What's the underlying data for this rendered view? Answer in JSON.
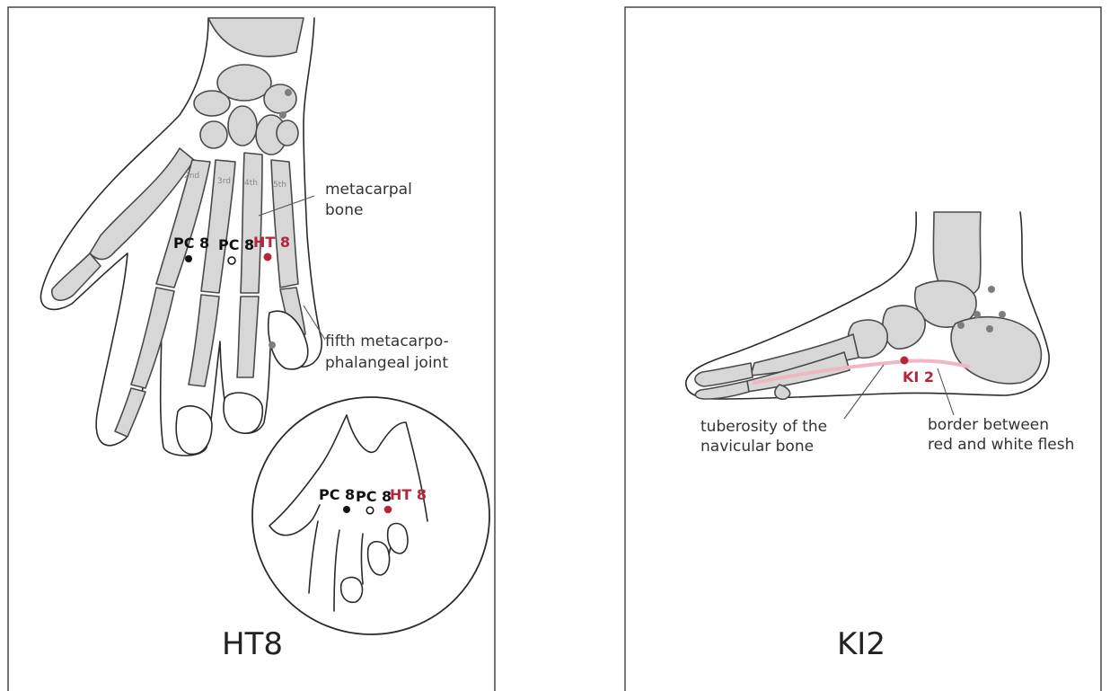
{
  "left_panel": {
    "title": "HT8",
    "finger_labels": [
      "2nd",
      "3rd",
      "4th",
      "5th"
    ],
    "labels": {
      "metacarpal_line1": "metacarpal",
      "metacarpal_line2": "bone",
      "joint_line1": "fifth metacarpo-",
      "joint_line2": "phalangeal joint"
    },
    "points": {
      "pc8_a": "PC 8",
      "pc8_b": "PC 8",
      "ht8": "HT 8"
    },
    "inset_points": {
      "pc8_a": "PC 8",
      "pc8_b": "PC 8",
      "ht8": "HT 8"
    }
  },
  "right_panel": {
    "title": "KI2",
    "labels": {
      "tuberosity_line1": "tuberosity of the",
      "tuberosity_line2": "navicular bone",
      "border_line1": "border between",
      "border_line2": "red and white flesh"
    },
    "points": {
      "ki2": "KI 2"
    }
  },
  "colors": {
    "highlight_red": "#b5263a",
    "bone_gray": "#d7d7d7",
    "flesh_border_pink": "#f2b6c2"
  }
}
